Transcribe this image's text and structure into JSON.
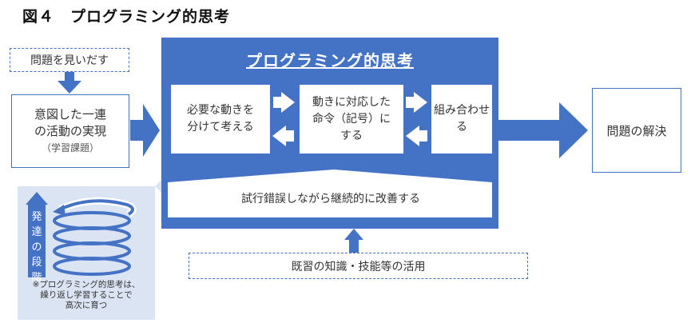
{
  "figure_title": "図４　プログラミング的思考",
  "top_left_box": "問題を見いだす",
  "left_box": {
    "line1": "意図した一連",
    "line2": "の活動の実現",
    "sub": "（学習課題）"
  },
  "panel": {
    "title": "プログラミング的思考",
    "step1": [
      "必要な動きを",
      "分けて考える"
    ],
    "step2": [
      "動きに対応した",
      "命令（記号）に",
      "する"
    ],
    "step3": "組み合わせる",
    "improve": "試行錯誤しながら継続的に改善する"
  },
  "right_box": "問題の解決",
  "bottom_box": "既習の知識・技能等の活用",
  "inset": {
    "vertical_label": [
      "発",
      "達",
      "の",
      "段",
      "階"
    ],
    "note": [
      "※プログラミング的思考は、",
      "繰り返し学習することで",
      "高次に育つ"
    ]
  },
  "colors": {
    "accent": "#4472c4",
    "inset_bg": "#dbe4f3",
    "white": "#ffffff"
  },
  "icons": [
    "down-arrow-icon",
    "right-arrow-icon",
    "left-arrow-icon",
    "up-arrow-icon",
    "spiral-icon"
  ]
}
